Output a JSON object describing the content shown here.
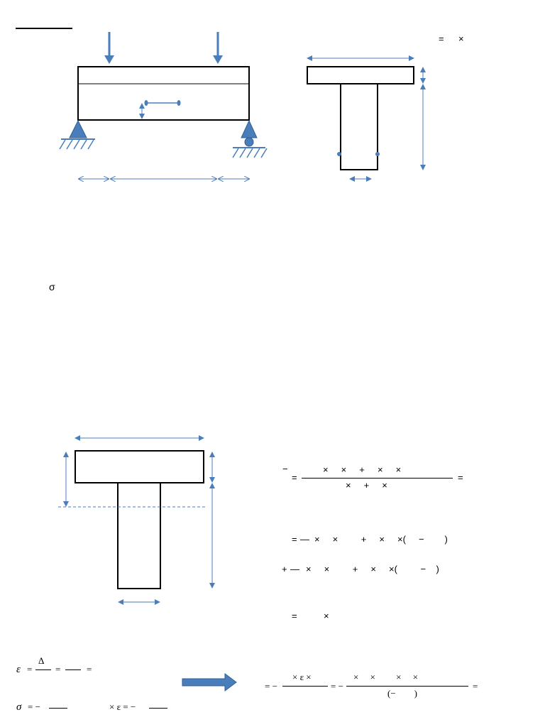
{
  "figure1": {
    "top_formula": {
      "eq": "=",
      "times": "×"
    },
    "accent_color": "#4a7ebb",
    "stroke_color": "#000000"
  },
  "sigma_label": "σ",
  "centroid_calc": {
    "lhs": "−",
    "eq1": "=",
    "num": "×     ×     +     ×     ×",
    "den": "×     +     ×",
    "eq2": "="
  },
  "inertia_calc": {
    "line1_eq": "=",
    "line1_frac": "—",
    "line1_body": "×     ×         +     ×     ×(     −        )",
    "line2_plus": "+",
    "line2_frac": "—",
    "line2_body": "×     ×         +     ×     ×(         −    )",
    "line3_eq": "=",
    "line3_times": "×"
  },
  "strain": {
    "epsilon": "ε",
    "eq1": "=",
    "delta": "Δ",
    "eq2": "=",
    "eq3": "="
  },
  "stress": {
    "sigma": "σ",
    "part1": "= −",
    "part2": "× ε = −"
  },
  "result": {
    "lead": "= −",
    "num1": "× ε ×",
    "eq": "= −",
    "num2": "×     ×         ×     ×",
    "den2": "(−        )",
    "tail": "="
  }
}
